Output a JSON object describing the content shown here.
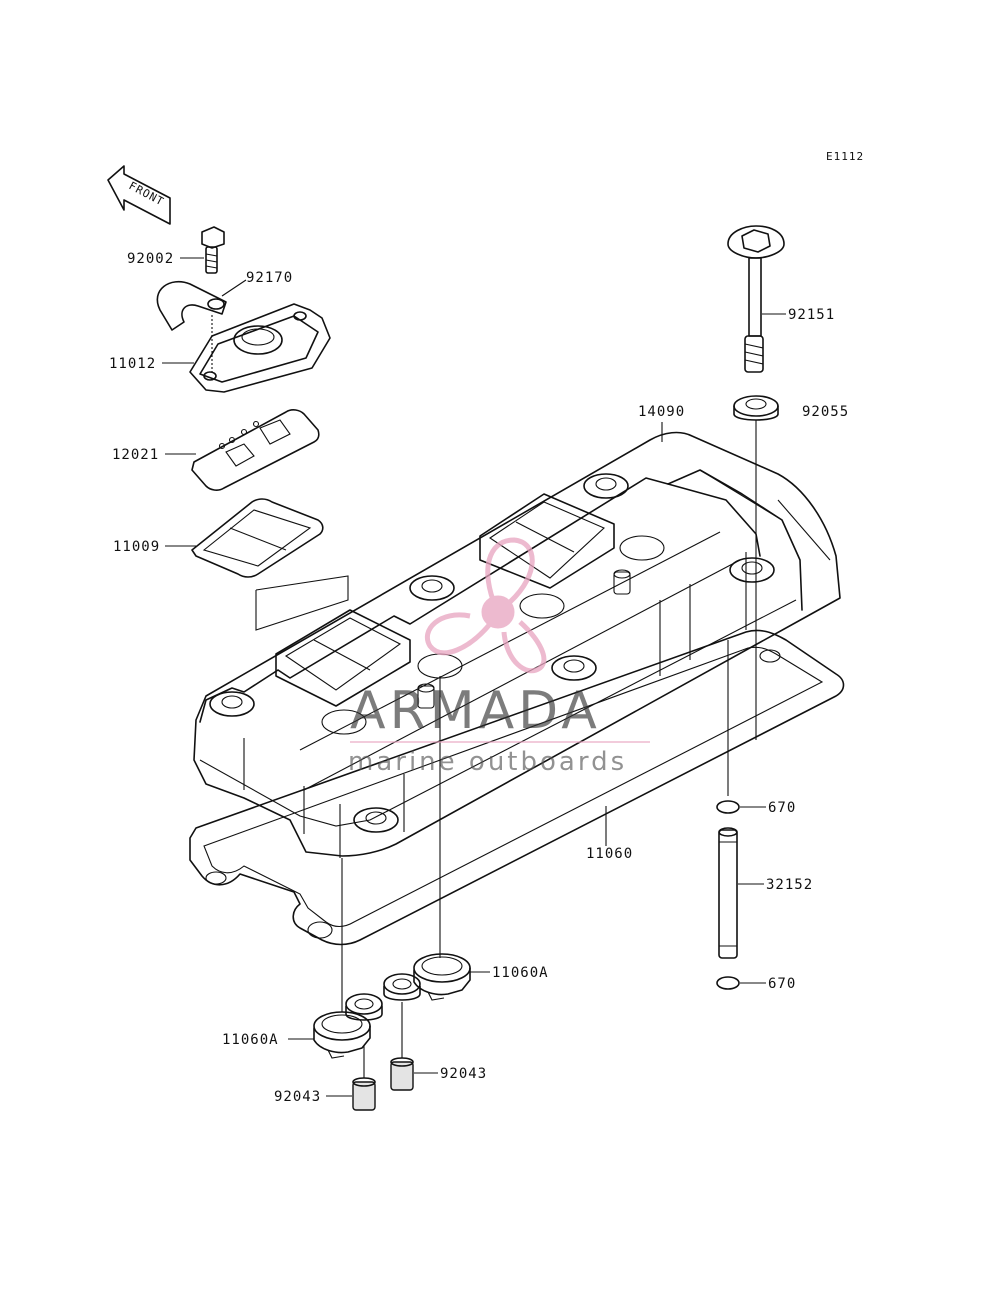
{
  "diagram_code": "E1112",
  "front_marker": "FRONT",
  "watermark": {
    "brand": "ARMADA",
    "tagline": "marine outboards",
    "logo_color": "#e8a3bf",
    "text_color": "#333333"
  },
  "parts": {
    "p92002": "92002",
    "p92170": "92170",
    "p11012": "11012",
    "p12021": "12021",
    "p11009": "11009",
    "p92151": "92151",
    "p92055": "92055",
    "p14090": "14090",
    "p670_top": "670",
    "p32152": "32152",
    "p670_bottom": "670",
    "p11060": "11060",
    "p11060A_right": "11060A",
    "p11060A_left": "11060A",
    "p92043_right": "92043",
    "p92043_left": "92043"
  }
}
